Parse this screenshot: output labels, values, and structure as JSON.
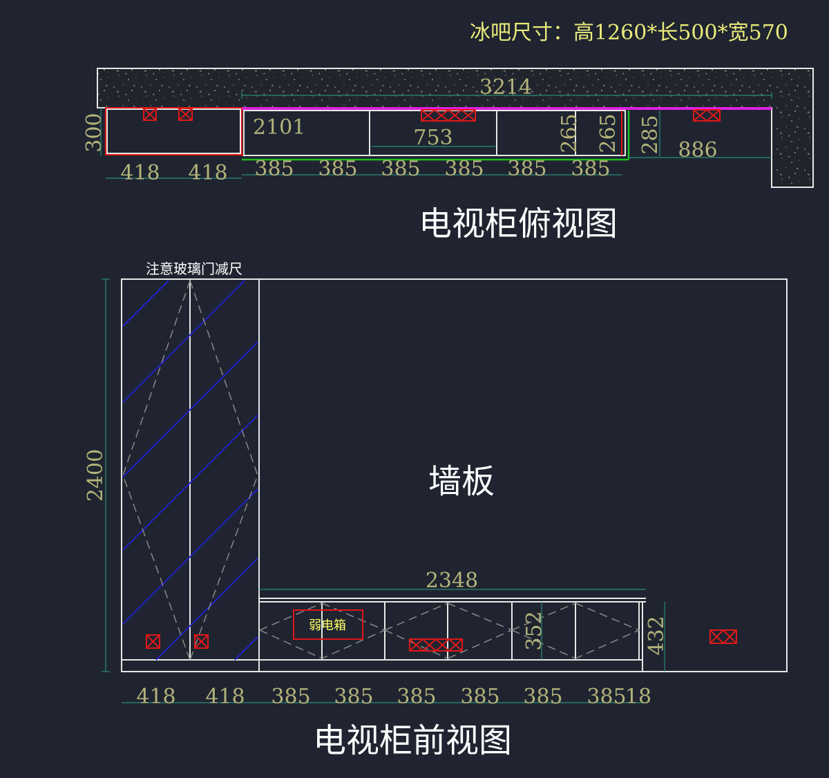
{
  "header": {
    "bar_size": "冰吧尺寸：高1260*长500*宽570"
  },
  "top_view": {
    "title": "电视柜俯视图",
    "total": "3214",
    "depth": "300",
    "section_length": "2101",
    "inner": "753",
    "d265a": "265",
    "d265b": "265",
    "d285": "285",
    "d886": "886",
    "widths_a": [
      "418",
      "418"
    ],
    "widths_b": [
      "385",
      "385",
      "385",
      "385",
      "385",
      "385"
    ]
  },
  "front_view": {
    "title": "电视柜前视图",
    "wall": "墙板",
    "note": "注意玻璃门减尺",
    "height": "2400",
    "length": "2348",
    "cab_h": "352",
    "cab_h2": "432",
    "weak_box": "弱电箱",
    "widths": [
      "418",
      "418",
      "385",
      "385",
      "385",
      "385",
      "385",
      "385",
      "18"
    ]
  },
  "colors": {
    "background": "#1f2430",
    "dimension_text": "#b3b37a",
    "outline": "#e8e8e8",
    "socket": "#e01818",
    "glass_hatch": "#2020cc"
  }
}
